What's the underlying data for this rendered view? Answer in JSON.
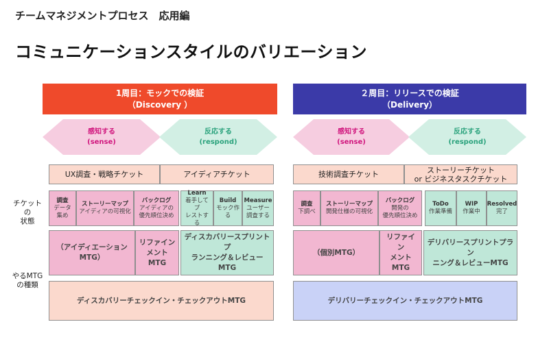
{
  "subtitle": "チームマネジメントプロセス　応用編",
  "title": "コミュニケーションスタイルのバリエーション",
  "colors": {
    "discovery_header": "#ef4a2b",
    "delivery_header": "#3b3aa8",
    "sense": "#f6cde0",
    "respond": "#d2efe4",
    "sense_text": "#d0157d",
    "respond_text": "#2aa27c",
    "ticket_type": "#fbd9cd",
    "pink_box": "#f2b7d1",
    "mint_box": "#bfe7d8",
    "discovery_checkin": "#fbd9cd",
    "delivery_checkin": "#c9d2f7"
  },
  "side_labels": {
    "ticket_state": [
      "チケットの",
      "状態"
    ],
    "mtg_types": [
      "やるMTG",
      "の種類"
    ]
  },
  "discovery": {
    "header": {
      "line1": "1周目：モックでの検証",
      "line2": "（Discovery ）"
    },
    "sense": {
      "label": "感知する",
      "en": "(sense)"
    },
    "respond": {
      "label": "反応する",
      "en": "(respond)"
    },
    "ticket_types": [
      "UX調査・戦略チケット",
      "アイディアチケット"
    ],
    "states": [
      {
        "title": "調査",
        "desc": "データ\n集め"
      },
      {
        "title": "ストーリーマップ",
        "desc": "アイディアの可視化"
      },
      {
        "title": "バックログ",
        "desc": "アイディアの\n優先順位決め"
      },
      {
        "title": "Learn",
        "desc": "着手してプ\nレストする"
      },
      {
        "title": "Build",
        "desc": "モック作\nる"
      },
      {
        "title": "Measure",
        "desc": "ユーザー\n調査する"
      }
    ],
    "mtgs": [
      "（アイディエーションMTG）",
      "リファイン\nメントMTG",
      "ディスカバリースプリントプ\nランニング＆レビューMTG"
    ],
    "checkin": "ディスカバリーチェックイン・チェックアウトMTG"
  },
  "delivery": {
    "header": {
      "line1": "２周目：リリースでの検証",
      "line2": "（Delivery）"
    },
    "sense": {
      "label": "感知する",
      "en": "(sense)"
    },
    "respond": {
      "label": "反応する",
      "en": "(respond)"
    },
    "ticket_types": [
      "技術調査チケット",
      "ストーリーチケット\nor ビジネスタスクチケット"
    ],
    "states": [
      {
        "title": "調査",
        "desc": "下調べ"
      },
      {
        "title": "ストーリーマップ",
        "desc": "開発仕様の可視化"
      },
      {
        "title": "バックログ",
        "desc": "開発の\n優先順位決め"
      },
      {
        "title": "ToDo",
        "desc": "作業準備"
      },
      {
        "title": "WIP",
        "desc": "作業中"
      },
      {
        "title": "Resolved",
        "desc": "完了"
      }
    ],
    "mtgs": [
      "（個別MTG）",
      "リファイン\nメントMTG",
      "デリバリースプリントプラン\nニング＆レビューMTG"
    ],
    "checkin": "デリバリーチェックイン・チェックアウトMTG"
  }
}
